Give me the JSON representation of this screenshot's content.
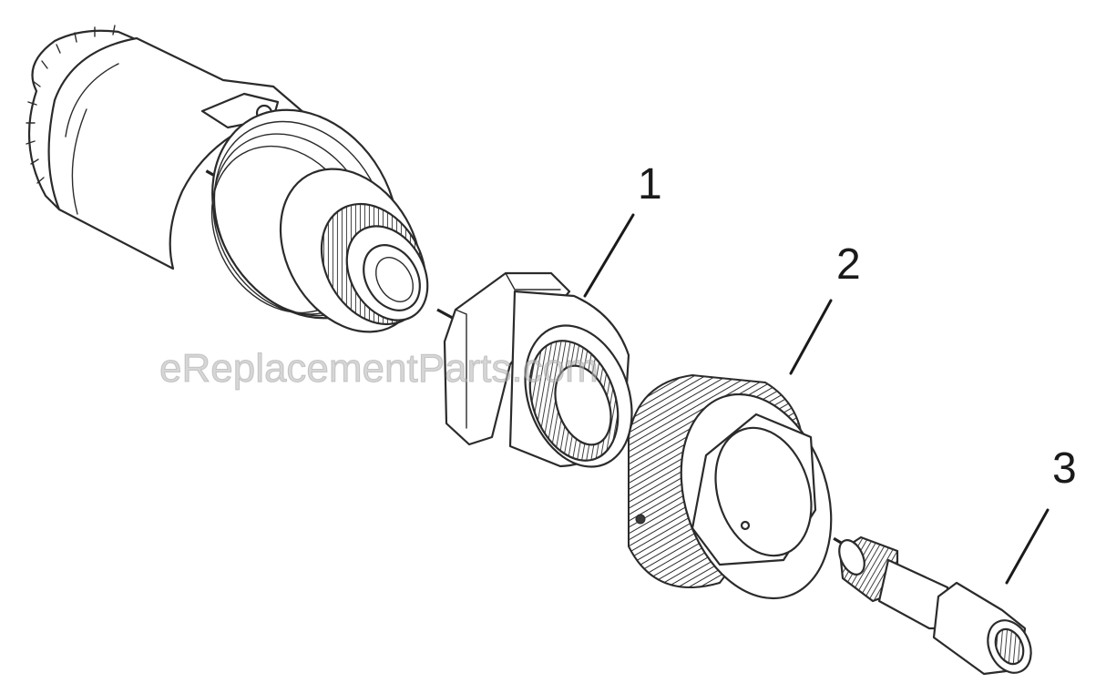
{
  "callouts": [
    {
      "label": "1"
    },
    {
      "label": "2"
    },
    {
      "label": "3"
    }
  ],
  "watermark": "eReplacementParts.com",
  "colors": {
    "ink": "#2b2b2b",
    "background": "#ffffff",
    "watermark": "#b4b4b4"
  }
}
